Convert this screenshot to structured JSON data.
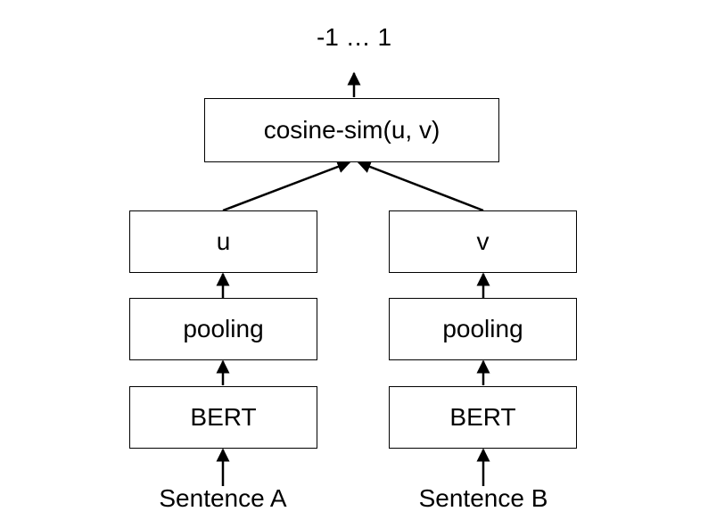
{
  "output": {
    "range_label": "-1 … 1"
  },
  "top": {
    "label": "cosine-sim(u, v)"
  },
  "left": {
    "embedding_label": "u",
    "pooling_label": "pooling",
    "encoder_label": "BERT",
    "input_label": "Sentence A"
  },
  "right": {
    "embedding_label": "v",
    "pooling_label": "pooling",
    "encoder_label": "BERT",
    "input_label": "Sentence B"
  }
}
